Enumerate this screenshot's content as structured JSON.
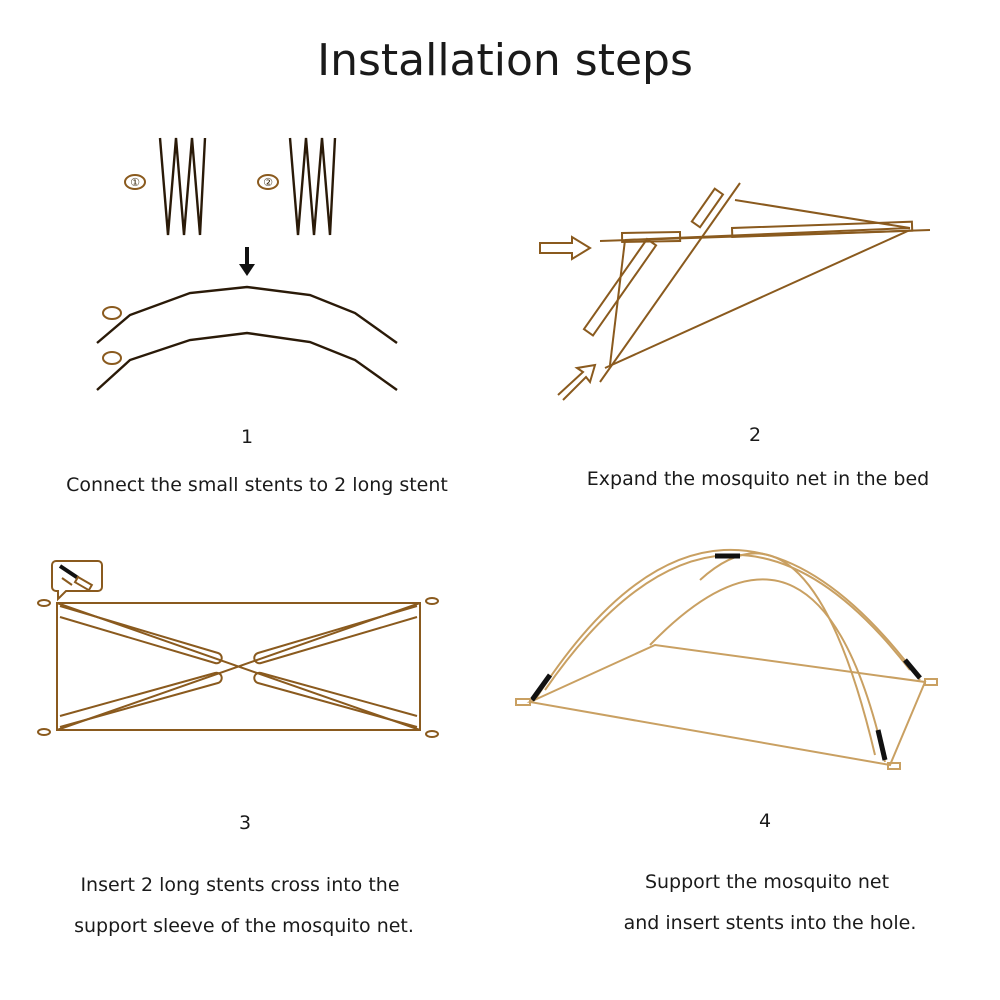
{
  "title": "Installation steps",
  "steps": [
    {
      "number": "1",
      "caption_lines": [
        "Connect the small stents to 2 long stent"
      ],
      "markers": [
        "①",
        "②"
      ]
    },
    {
      "number": "2",
      "caption_lines": [
        "Expand the mosquito net in the bed"
      ]
    },
    {
      "number": "3",
      "caption_lines": [
        "Insert 2 long stents cross into the",
        "support sleeve of the mosquito net."
      ]
    },
    {
      "number": "4",
      "caption_lines": [
        "Support the mosquito net",
        "and insert stents into the hole."
      ]
    }
  ],
  "colors": {
    "line": "#8a5a1e",
    "dark": "#2a1a08",
    "light": "#c9a062"
  }
}
